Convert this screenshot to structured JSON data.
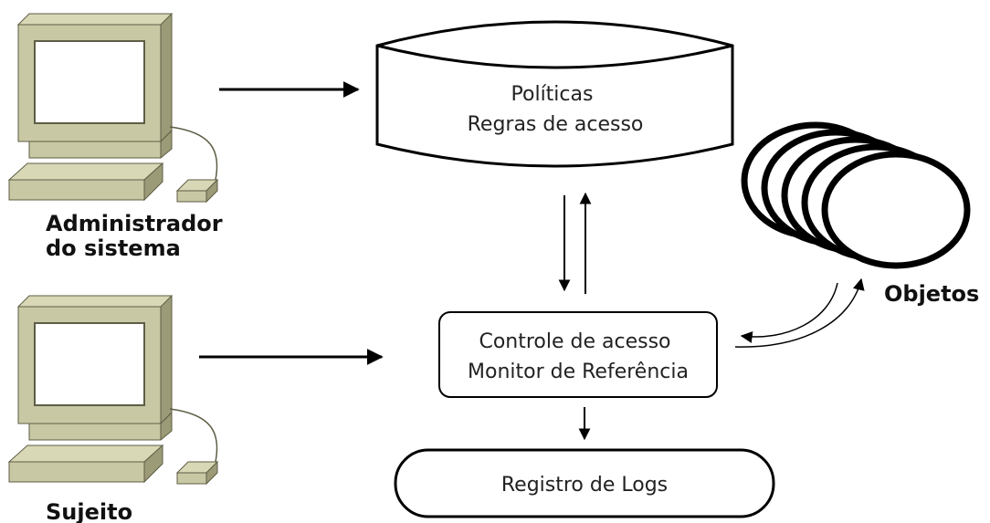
{
  "nodes": {
    "admin_label": [
      "Administrador",
      "do sistema"
    ],
    "subject_label": "Sujeito",
    "policies_label": [
      "Políticas",
      "Regras de acesso"
    ],
    "monitor_label": [
      "Controle de acesso",
      "Monitor de Referência"
    ],
    "logs_label": "Registro de Logs",
    "objects_label": "Objetos"
  },
  "colors": {
    "line": "#000000",
    "computer_face": "#c9c8a4",
    "computer_side": "#9c9b78",
    "computer_screen": "#ffffff"
  },
  "icons": [
    "computer-icon",
    "computer-icon",
    "database-icon",
    "disks-icon"
  ]
}
